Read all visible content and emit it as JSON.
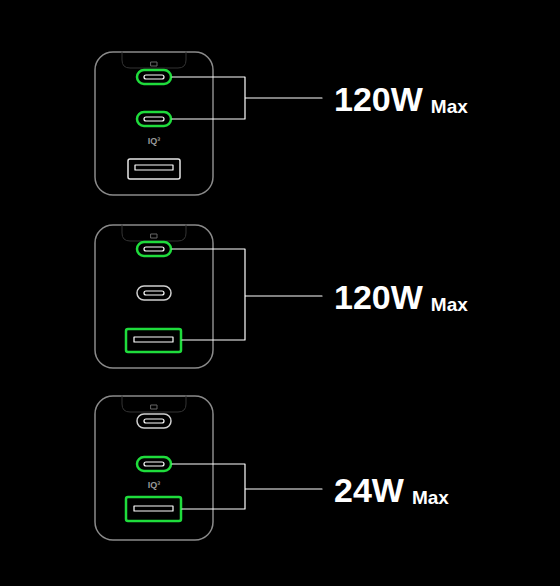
{
  "diagram": {
    "labels": [
      "120W",
      "Max",
      "120W",
      "Max",
      "24W",
      "Max",
      "IQ³",
      "IQ³"
    ]
  }
}
